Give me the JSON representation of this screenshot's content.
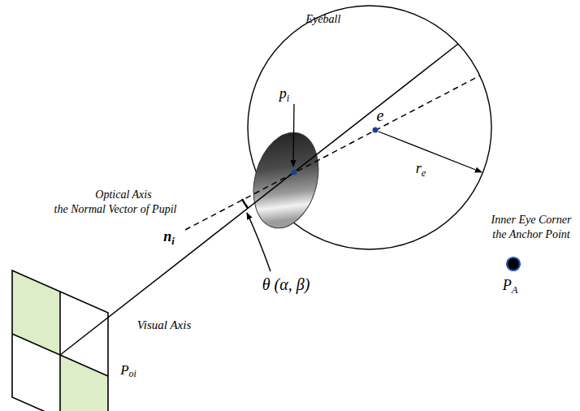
{
  "diagram": {
    "labels": [
      "Eyeball",
      "pi",
      "e",
      "re",
      "Optical Axis",
      "the Normal Vector of Pupil",
      "ni",
      "Visual Axis",
      "θ (α, β)",
      "Inner Eye Corner",
      "the Anchor Point",
      "PA",
      "Poi"
    ]
  }
}
